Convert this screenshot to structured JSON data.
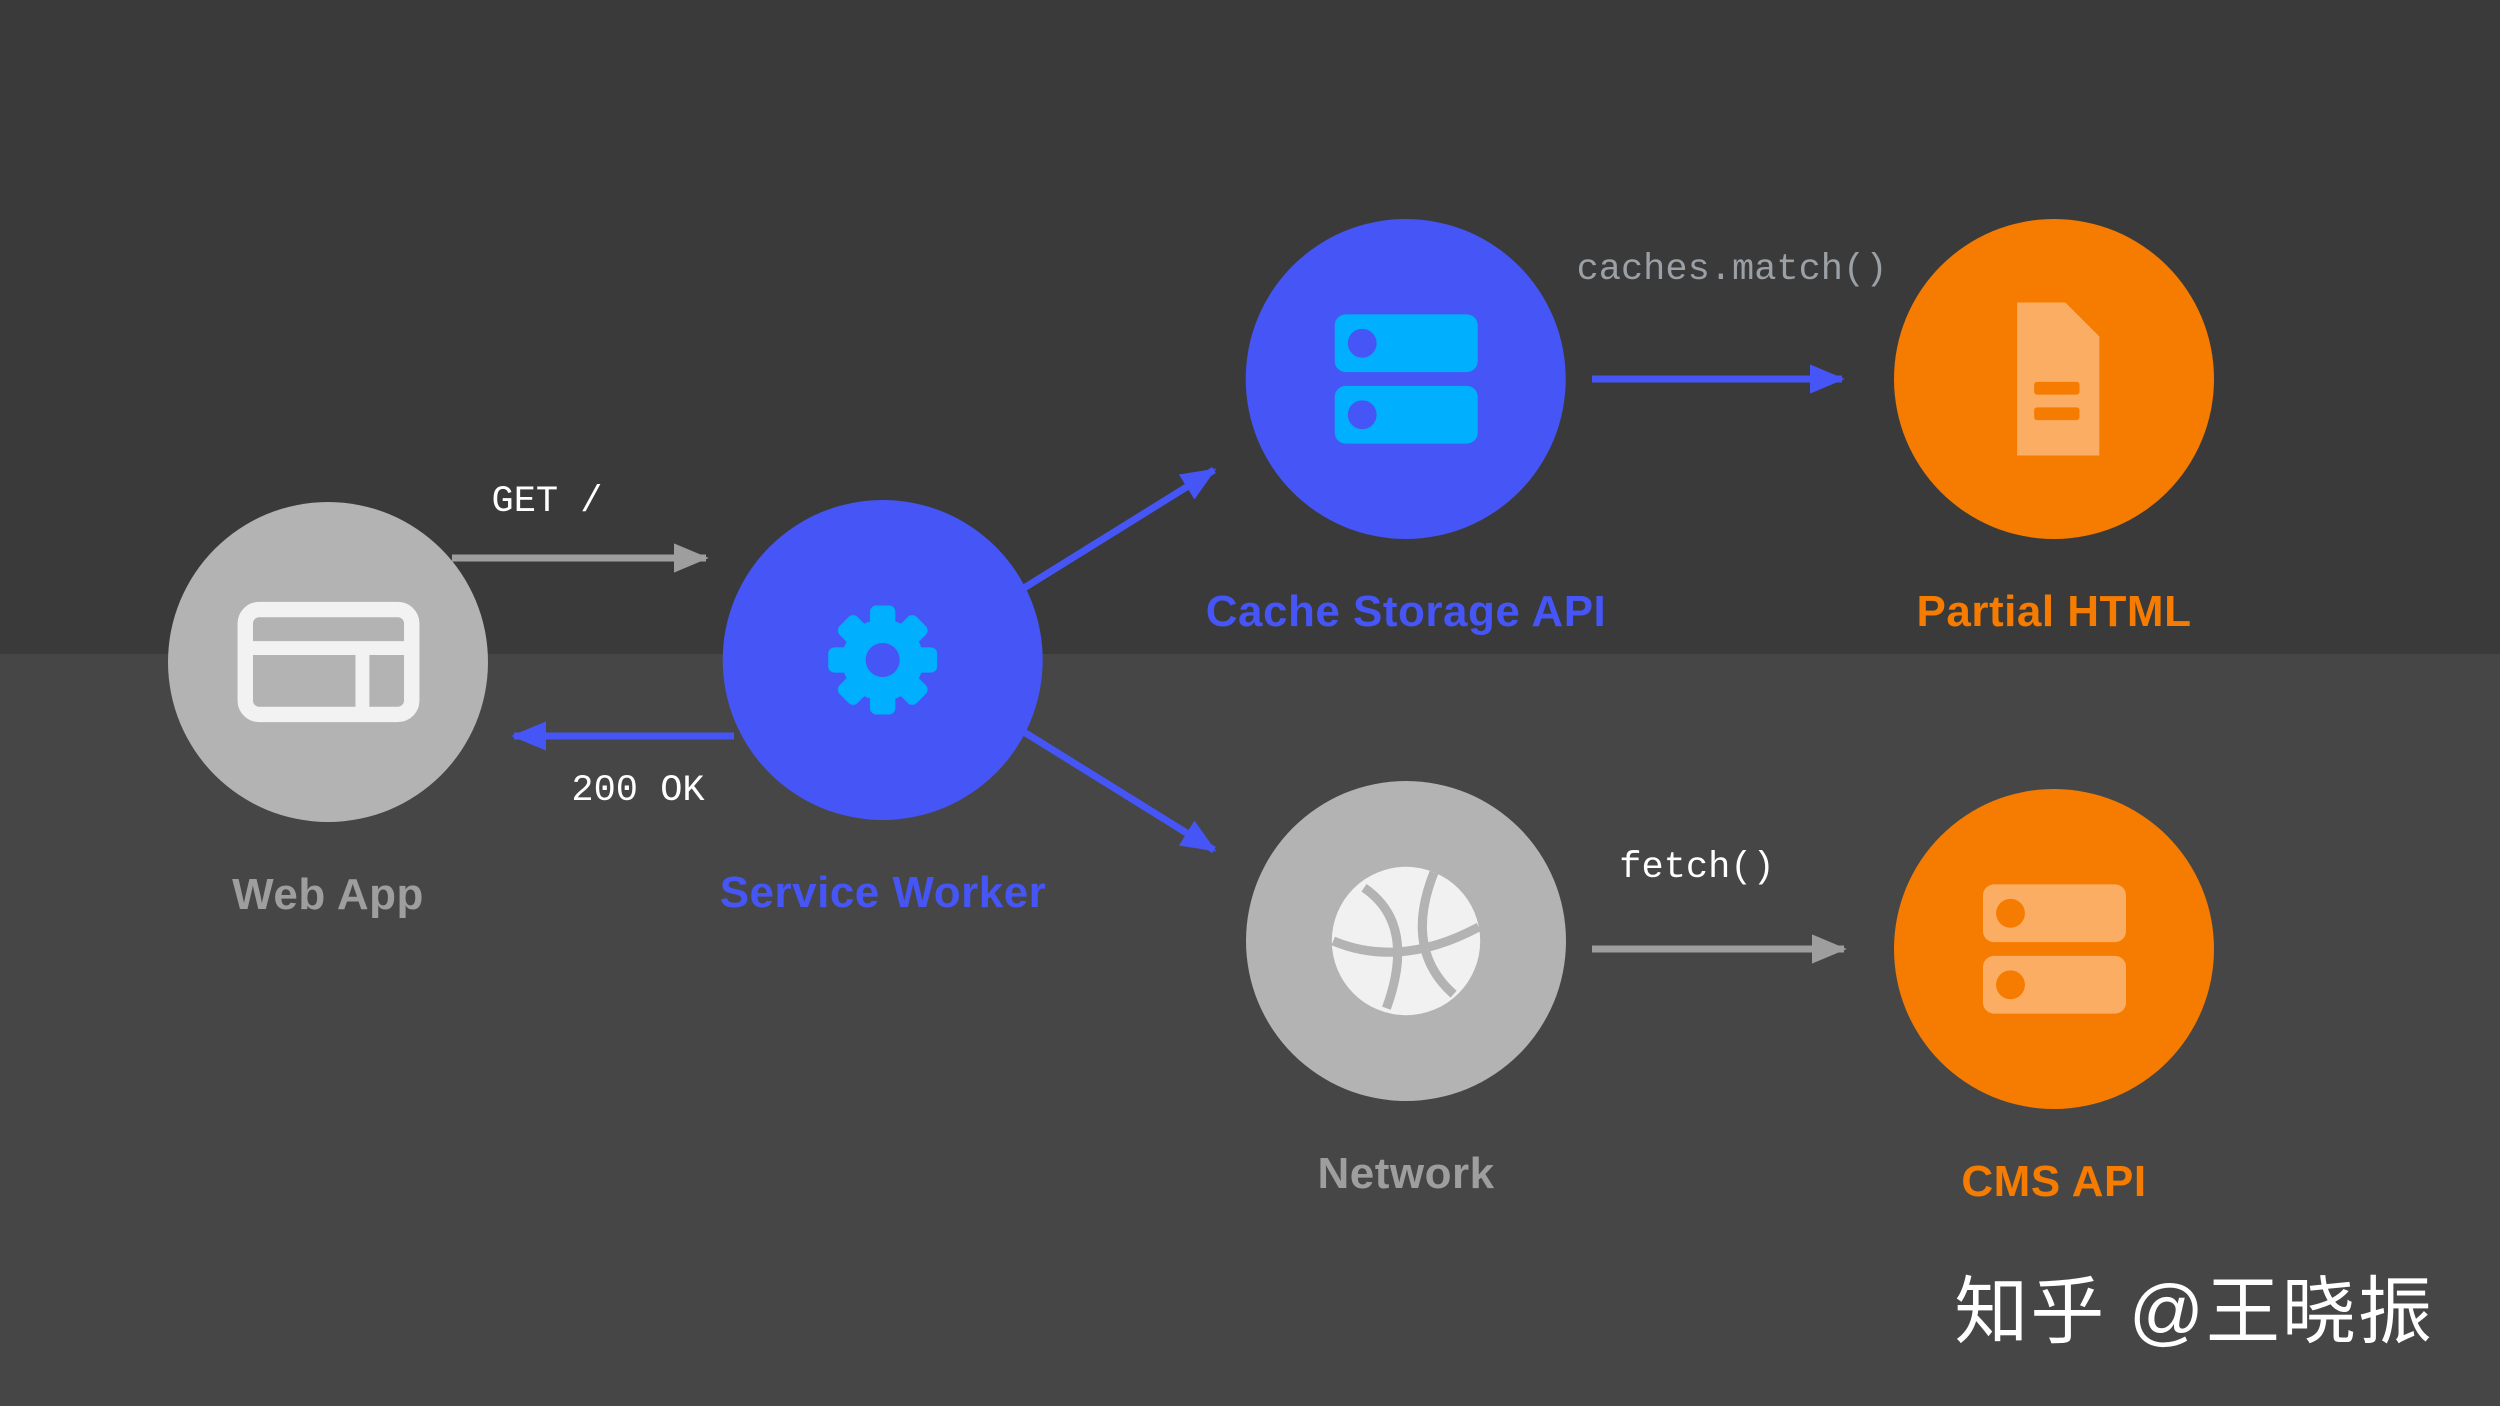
{
  "colors": {
    "bg_top": "#3a3a3a",
    "bg_bottom": "#464646",
    "blue": "#4655f5",
    "cyan": "#00b0ff",
    "orange": "#f57c00",
    "orange_light": "#fbae63",
    "gray_circle": "#b3b3b3",
    "gray_text": "#9e9e9e",
    "arrow_gray": "#9e9e9e",
    "code_gray": "#9aa0a6",
    "white_text": "#ffffff"
  },
  "nodes": {
    "web_app": {
      "label": "Web App",
      "icon": "browser-window-icon",
      "color": "gray"
    },
    "service_worker": {
      "label": "Service Worker",
      "icon": "gear-icon",
      "color": "blue"
    },
    "cache_storage": {
      "label": "Cache Storage API",
      "icon": "storage-server-icon",
      "color": "blue"
    },
    "partial_html": {
      "label": "Partial HTML",
      "icon": "document-icon",
      "color": "orange"
    },
    "network": {
      "label": "Network",
      "icon": "globe-icon",
      "color": "gray"
    },
    "cms_api": {
      "label": "CMS API",
      "icon": "storage-server-icon",
      "color": "orange"
    }
  },
  "edges": {
    "get_request": {
      "label": "GET /",
      "from": "web_app",
      "to": "service_worker"
    },
    "response_ok": {
      "label": "200 OK",
      "from": "service_worker",
      "to": "web_app"
    },
    "to_cache": {
      "label": "",
      "from": "service_worker",
      "to": "cache_storage"
    },
    "to_network": {
      "label": "",
      "from": "service_worker",
      "to": "network"
    },
    "caches_match": {
      "label": "caches.match()",
      "from": "cache_storage",
      "to": "partial_html"
    },
    "fetch_call": {
      "label": "fetch()",
      "from": "network",
      "to": "cms_api"
    }
  },
  "watermark": "知乎 @王晓振"
}
